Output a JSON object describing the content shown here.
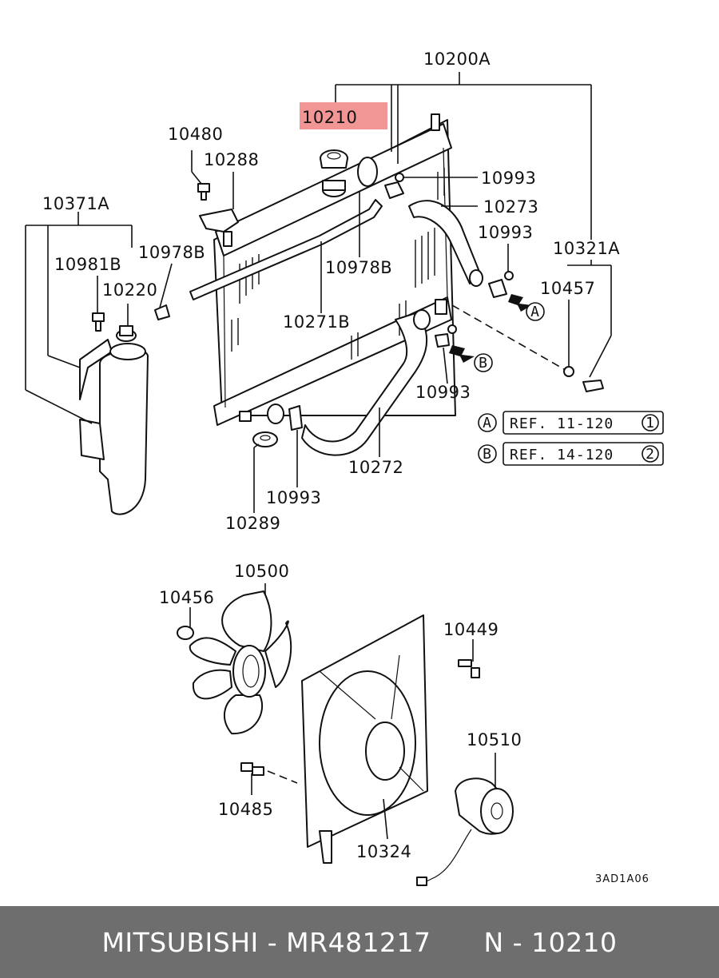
{
  "labels": {
    "p10200A": "10200A",
    "p10210": "10210",
    "p10480": "10480",
    "p10288": "10288",
    "p10993_a": "10993",
    "p10273": "10273",
    "p10993_b": "10993",
    "p10371A": "10371A",
    "p10978B_a": "10978B",
    "p10321A": "10321A",
    "p10981B": "10981B",
    "p10978B_b": "10978B",
    "p10457": "10457",
    "p10220": "10220",
    "p10271B": "10271B",
    "p10993_c": "10993",
    "p10272": "10272",
    "p10993_d": "10993",
    "p10289": "10289",
    "p10500": "10500",
    "p10456": "10456",
    "p10449": "10449",
    "p10510": "10510",
    "p10485": "10485",
    "p10324": "10324"
  },
  "arrows": {
    "a": "A",
    "b": "B"
  },
  "references": [
    {
      "letter": "A",
      "text": "REF. 11-120",
      "num": "1"
    },
    {
      "letter": "B",
      "text": "REF. 14-120",
      "num": "2"
    }
  ],
  "diagram_code": "3AD1A06",
  "highlight_color": "#f08a8a",
  "footer": {
    "brand": "MITSUBISHI",
    "part_number": "MR481217",
    "position": "N - 10210"
  }
}
